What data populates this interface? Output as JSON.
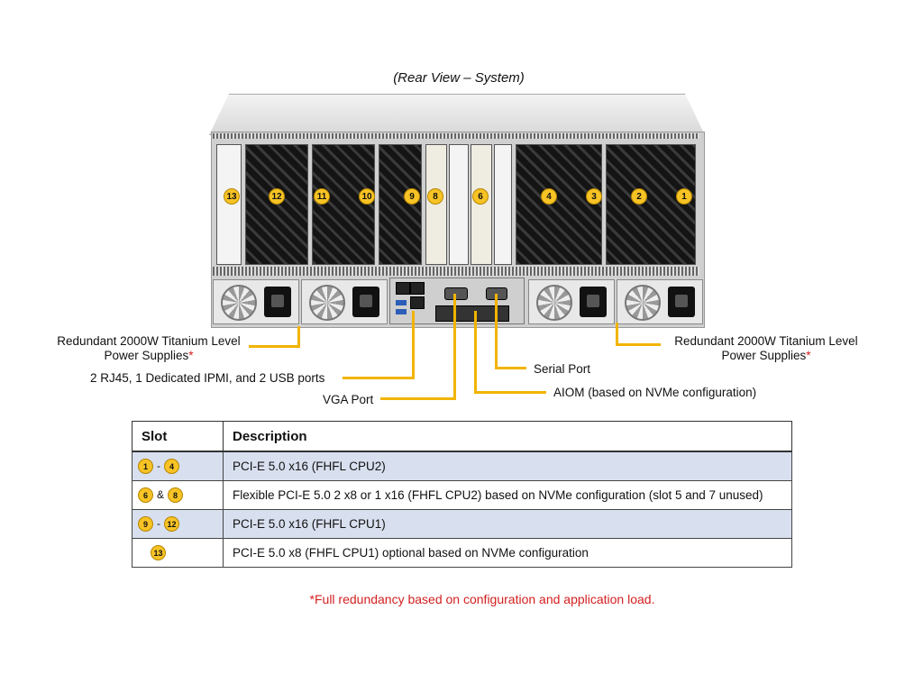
{
  "title": "(Rear View – System)",
  "slot_numbers": [
    "13",
    "12",
    "11",
    "10",
    "9",
    "8",
    "6",
    "4",
    "3",
    "2",
    "1"
  ],
  "callouts": {
    "psu_left": {
      "line1": "Redundant 2000W Titanium Level",
      "line2": "Power Supplies",
      "mark": "*"
    },
    "psu_right": {
      "line1": "Redundant 2000W Titanium Level",
      "line2": "Power Supplies",
      "mark": "*"
    },
    "ports": "2 RJ45, 1 Dedicated IPMI, and 2 USB ports",
    "vga": "VGA Port",
    "serial": "Serial Port",
    "aiom": "AIOM (based on NVMe configuration)"
  },
  "table": {
    "headers": [
      "Slot",
      "Description"
    ],
    "rows": [
      {
        "a": "1",
        "sep": "-",
        "b": "4",
        "desc": "PCI-E 5.0 x16 (FHFL CPU2)"
      },
      {
        "a": "6",
        "sep": "&",
        "b": "8",
        "desc": "Flexible PCI-E 5.0  2 x8 or 1 x16 (FHFL CPU2) based on NVMe configuration (slot 5 and 7 unused)"
      },
      {
        "a": "9",
        "sep": "-",
        "b": "12",
        "desc": "PCI-E 5.0 x16 (FHFL CPU1)"
      },
      {
        "a": "13",
        "desc": "PCI-E 5.0 x8 (FHFL CPU1) optional based on NVMe configuration"
      }
    ]
  },
  "footnote": "*Full redundancy based on configuration and application load.",
  "colors": {
    "accent": "#f7c325",
    "callout_line": "#f2b400",
    "row_shade": "#d8e0ef",
    "footnote": "#d32020"
  }
}
